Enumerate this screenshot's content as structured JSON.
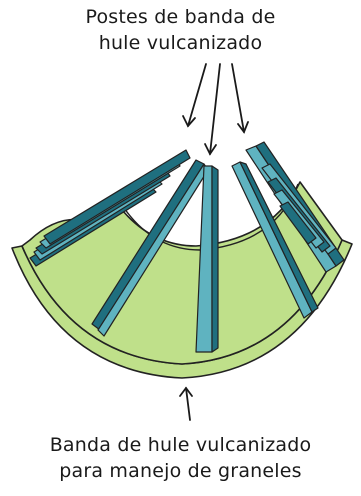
{
  "labels": {
    "top": {
      "line1": "Postes de banda de",
      "line2": "hule vulcanizado"
    },
    "bottom": {
      "line1": "Banda de hule vulcanizado",
      "line2": "para manejo de graneles"
    }
  },
  "colors": {
    "band_fill": "#bfe08a",
    "post_side": "#1f6f7f",
    "post_face": "#5fb3c0",
    "outline": "#222222"
  }
}
